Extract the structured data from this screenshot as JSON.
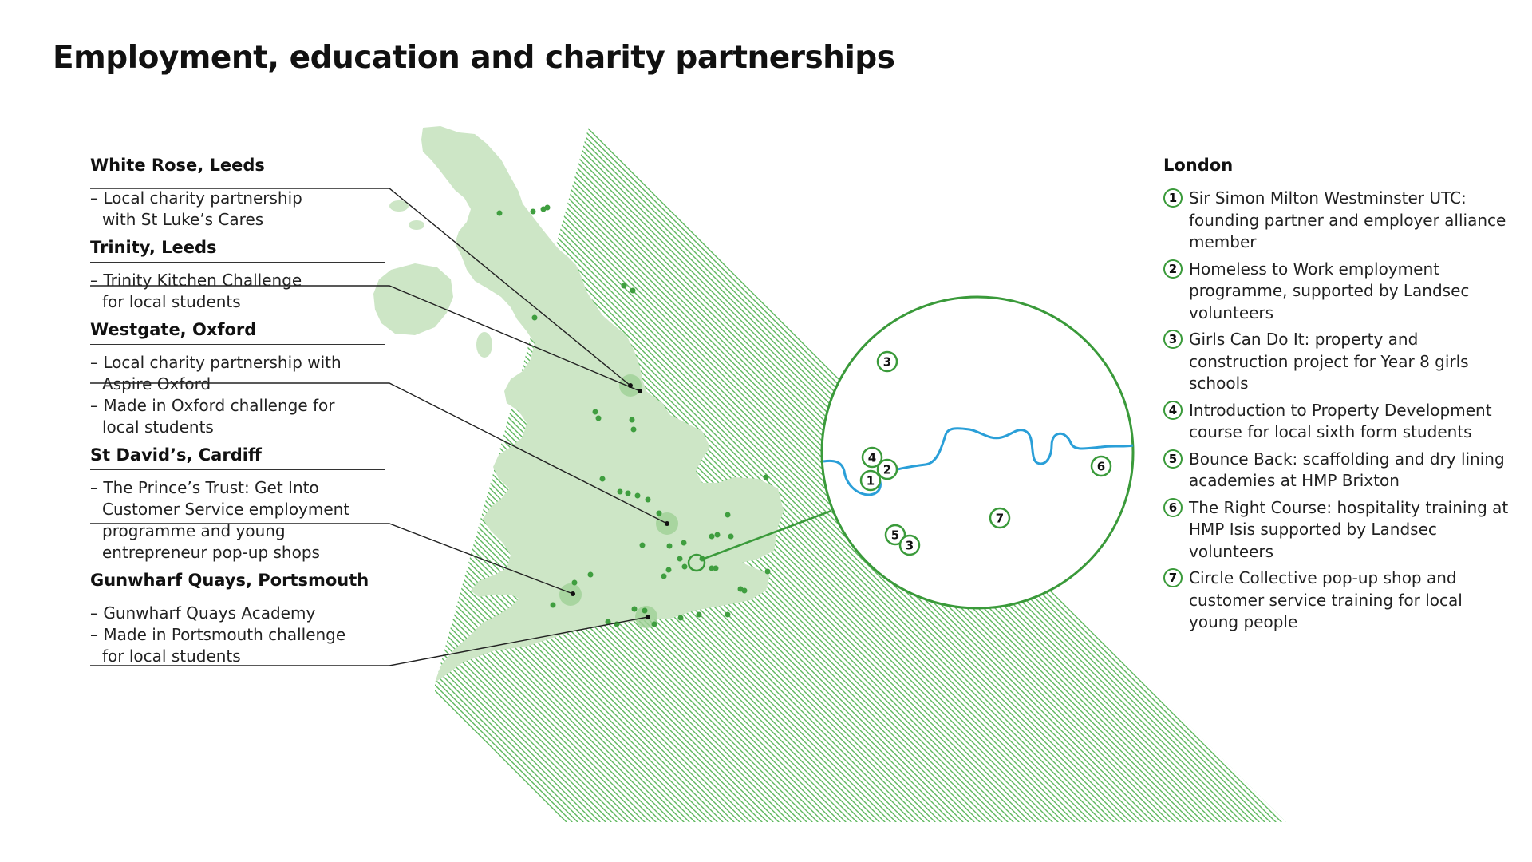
{
  "title": "Employment, education and charity partnerships",
  "colors": {
    "land": "#cde6c6",
    "accent_green": "#3a9a3a",
    "dot_green": "#3f9e3f",
    "hatch_green": "#5fb85f",
    "river_blue": "#2a9fd8",
    "leader_line": "#222222"
  },
  "regions": [
    {
      "name": "White Rose, Leeds",
      "lines": [
        "– Local charity partnership",
        "with St Luke’s Cares"
      ]
    },
    {
      "name": "Trinity, Leeds",
      "lines": [
        "– Trinity Kitchen Challenge",
        "for local students"
      ]
    },
    {
      "name": "Westgate, Oxford",
      "lines": [
        "– Local charity partnership with",
        "Aspire Oxford",
        "– Made in Oxford challenge for",
        "local students"
      ]
    },
    {
      "name": "St David’s, Cardiff",
      "lines": [
        "– The Prince’s Trust: Get Into",
        "Customer Service employment",
        "programme and young",
        "entrepreneur pop-up shops"
      ]
    },
    {
      "name": "Gunwharf Quays, Portsmouth",
      "lines": [
        "– Gunwharf Quays Academy",
        "– Made in Portsmouth challenge",
        "for local students"
      ]
    }
  ],
  "london": {
    "title": "London",
    "items": [
      {
        "num": "1",
        "text": "Sir Simon Milton Westminster UTC: founding partner and employer alliance member"
      },
      {
        "num": "2",
        "text": "Homeless to Work employment programme, supported by Landsec volunteers"
      },
      {
        "num": "3",
        "text": "Girls Can Do It: property and construction project for Year 8 girls schools"
      },
      {
        "num": "4",
        "text": "Introduction to Property Development course for local sixth form students"
      },
      {
        "num": "5",
        "text": "Bounce Back: scaffolding and dry lining academies at HMP Brixton"
      },
      {
        "num": "6",
        "text": "The Right Course: hospitality training at HMP Isis supported by Landsec volunteers"
      },
      {
        "num": "7",
        "text": "Circle Collective pop-up shop and customer service training for local young people"
      }
    ]
  },
  "inset_markers": [
    "3",
    "4",
    "2",
    "1",
    "6",
    "7",
    "5",
    "3"
  ]
}
